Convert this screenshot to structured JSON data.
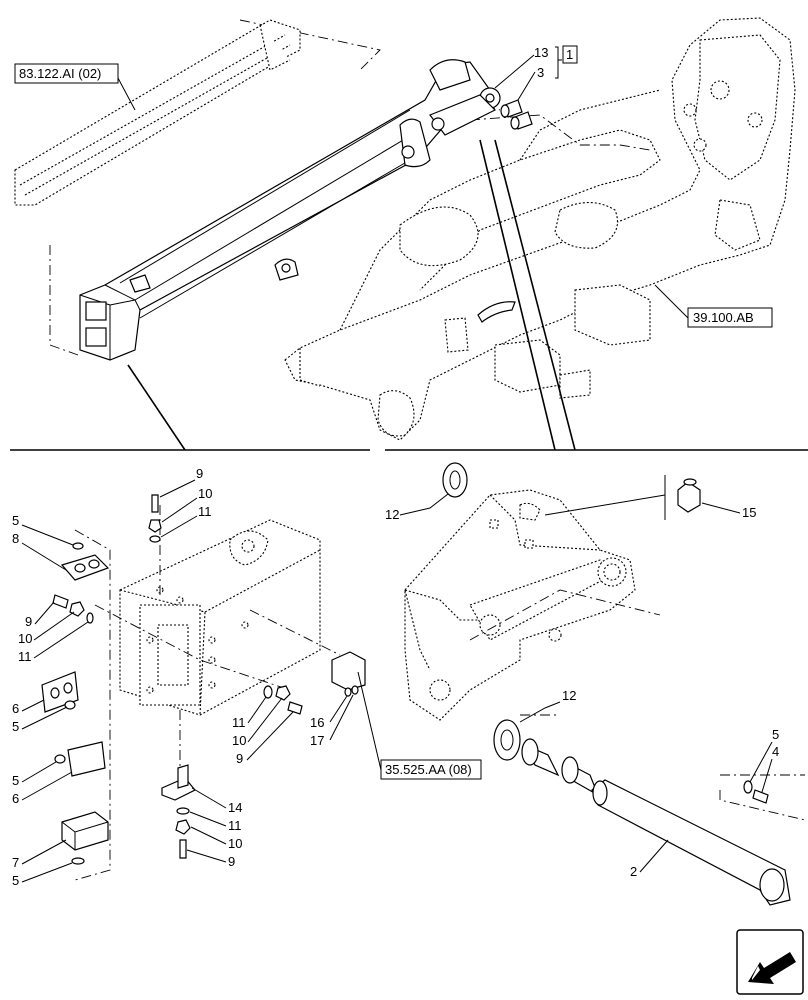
{
  "references": {
    "top_left": "83.122.AI (02)",
    "frame": "39.100.AB",
    "bracket": "35.525.AA (08)",
    "group_box": "1"
  },
  "callouts": {
    "c13": "13",
    "c3": "3",
    "c9a": "9",
    "c10a": "10",
    "c11a": "11",
    "c5a": "5",
    "c8": "8",
    "c9b": "9",
    "c10b": "10",
    "c11b": "11",
    "c6a": "6",
    "c5b": "5",
    "c11c": "11",
    "c10c": "10",
    "c9c": "9",
    "c16": "16",
    "c17": "17",
    "c5c": "5",
    "c6b": "6",
    "c14": "14",
    "c11d": "11",
    "c10d": "10",
    "c9d": "9",
    "c7": "7",
    "c5d": "5",
    "c12a": "12",
    "c15": "15",
    "c12b": "12",
    "c5e": "5",
    "c4": "4",
    "c2": "2"
  },
  "icons": {
    "nav": "arrow-left-icon"
  }
}
